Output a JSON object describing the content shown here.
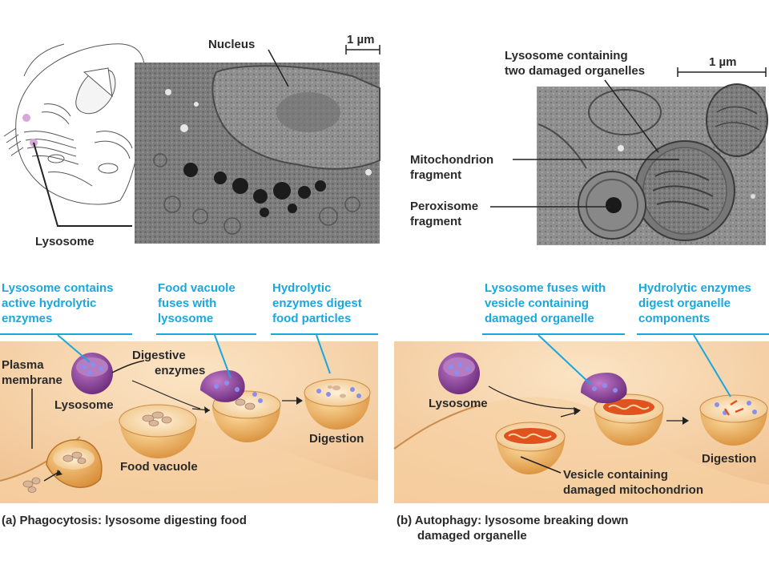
{
  "top": {
    "nucleus": "Nucleus",
    "scale_left": "1 µm",
    "lysosome_top": "Lysosome",
    "lysosome_two_1": "Lysosome containing",
    "lysosome_two_2": "two damaged organelles",
    "scale_right": "1 µm",
    "mito_frag_1": "Mitochondrion",
    "mito_frag_2": "fragment",
    "perox_frag_1": "Peroxisome",
    "perox_frag_2": "fragment"
  },
  "panel_a": {
    "step1": [
      "Lysosome contains",
      "active hydrolytic",
      "enzymes"
    ],
    "step2": [
      "Food vacuole",
      "fuses with",
      "lysosome"
    ],
    "step3": [
      "Hydrolytic",
      "enzymes digest",
      "food particles"
    ],
    "plasma_membrane": [
      "Plasma",
      "membrane"
    ],
    "digestive_enzymes": [
      "Digestive",
      "enzymes"
    ],
    "lysosome": "Lysosome",
    "food_vacuole": "Food vacuole",
    "digestion": "Digestion",
    "caption": "(a) Phagocytosis: lysosome digesting food"
  },
  "panel_b": {
    "step1": [
      "Lysosome fuses with",
      "vesicle containing",
      "damaged organelle"
    ],
    "step2": [
      "Hydrolytic enzymes",
      "digest organelle",
      "components"
    ],
    "lysosome": "Lysosome",
    "vesicle": [
      "Vesicle containing",
      "damaged mitochondrion"
    ],
    "digestion": "Digestion",
    "caption": [
      "(b) Autophagy: lysosome breaking down",
      "damaged organelle"
    ]
  },
  "colors": {
    "label_blue": "#1aa7de",
    "panel_bg": "#f3c99a",
    "lysosome_purple": "#8a3f95",
    "vesicle_orange": "#e8a550"
  }
}
